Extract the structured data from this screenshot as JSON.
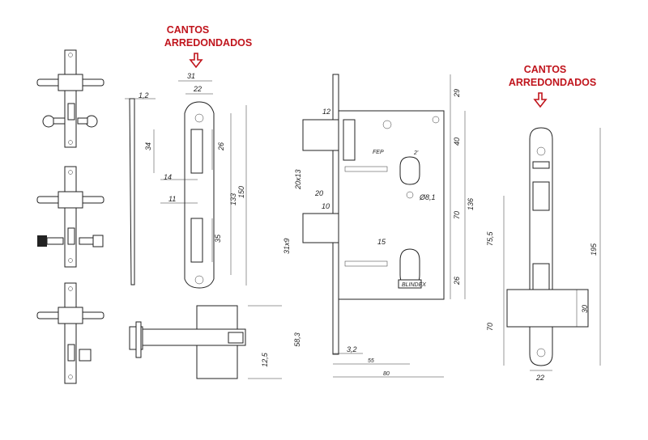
{
  "notes": {
    "rounded_edges_left": [
      "CANTOS",
      "ARREDONDADOS"
    ],
    "rounded_edges_right": [
      "CANTOS",
      "ARREDONDADOS"
    ]
  },
  "dims": {
    "faceplate_width": "31",
    "inner_22": "22",
    "thickness": "1,2",
    "d34": "34",
    "d26": "26",
    "d14": "14",
    "d11": "11",
    "d35": "35",
    "d133": "133",
    "d150": "150",
    "body_12": "12",
    "slot_20x13": "20x13",
    "body_20": "20",
    "body_10": "10",
    "slot_31x9": "31x9",
    "body_15": "15",
    "hole": "Ø8,1",
    "top_29": "29",
    "d40": "40",
    "d70": "70",
    "d136": "136",
    "d26b": "26",
    "d3_2": "3,2",
    "d55": "55",
    "d80": "80",
    "d58_3": "58,3",
    "d12_5": "12,5",
    "d2": "2'",
    "r75_5": "75,5",
    "r195": "195",
    "r30": "30",
    "r70": "70",
    "r22": "22"
  },
  "labels": {
    "brand_mark": "FEP",
    "brand_plate": "BLINDEX"
  },
  "icons": [
    "down-arrow-icon",
    "down-arrow-icon",
    "key-icon",
    "key-icon",
    "thumbturn-icon"
  ]
}
